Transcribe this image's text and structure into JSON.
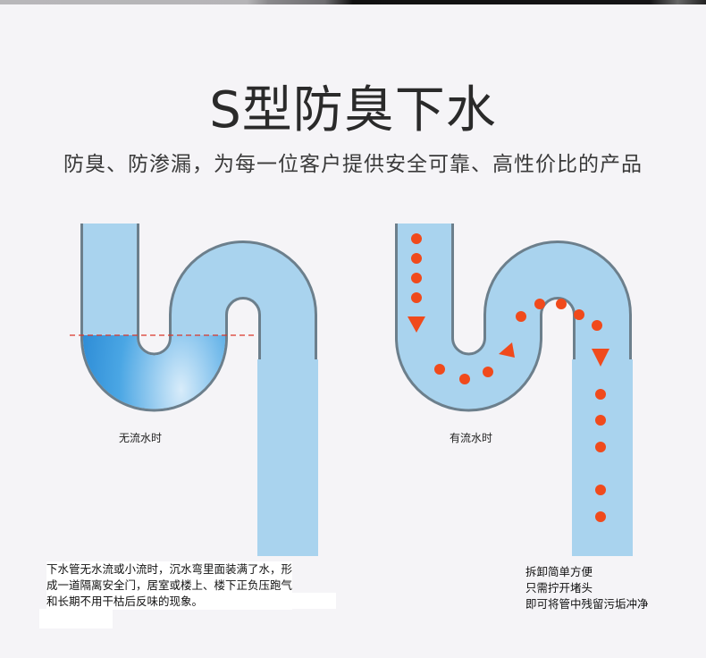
{
  "title": "S型防臭下水",
  "subtitle": "防臭、防渗漏，为每一位客户提供安全可靠、高性价比的产品",
  "left_diagram": {
    "caption": "无流水时"
  },
  "right_diagram": {
    "caption": "有流水时"
  },
  "left_description": [
    "下水管无水流或小流时，沉水弯里面装满了水，形",
    "成一道隔离安全门，居室或楼上、楼下正负压跑气",
    "和长期不用干枯后反味的现象。"
  ],
  "right_description": [
    "拆卸简单方便",
    "只需拧开堵头",
    "即可将管中残留污垢冲净"
  ],
  "colors": {
    "pipe": "#a9d3ee",
    "water": "#3f9ee0",
    "flow": "#f04a1c"
  }
}
